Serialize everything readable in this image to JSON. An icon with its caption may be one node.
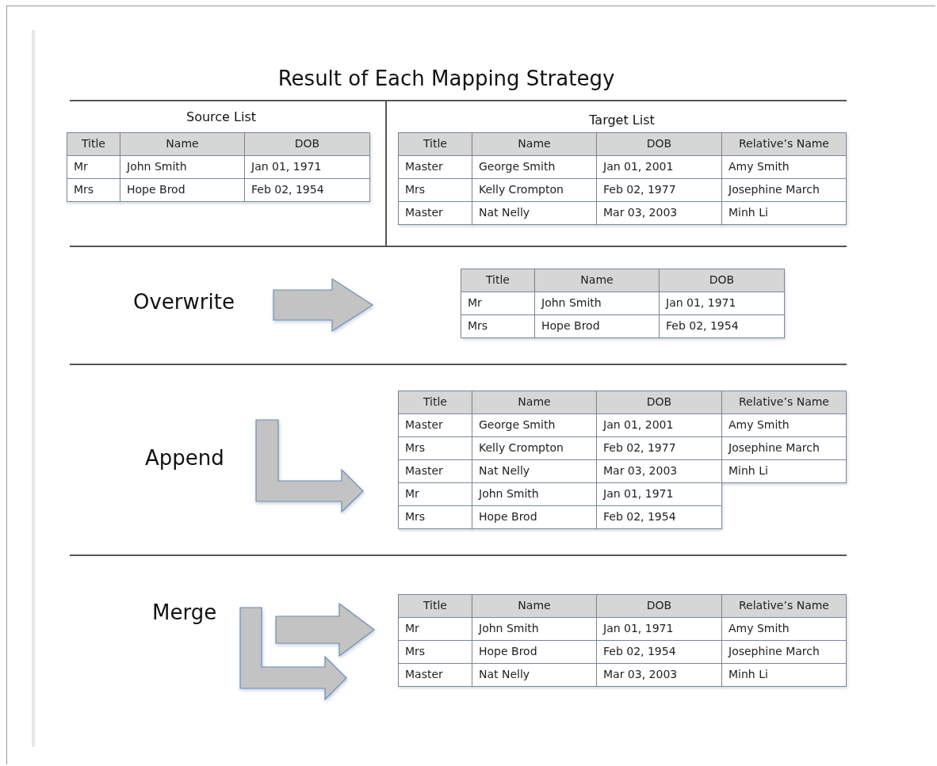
{
  "diagram": {
    "title": "Result of Each Mapping Strategy",
    "nodes": [
      {
        "text": [
          "Title",
          "Name",
          "DOB",
          "Mr",
          "John Smith",
          "Jan 01, 1971",
          "Mrs",
          "Hope Brod",
          "Feb 02, 1954"
        ],
        "beside": [
          "Source List"
        ]
      },
      {
        "text": [
          "Title",
          "Name",
          "DOB",
          "Relative’s Name",
          "Master",
          "George Smith",
          "Jan 01, 2001",
          "Amy Smith",
          "Mrs",
          "Kelly Crompton",
          "Feb 02, 1977",
          "Josephine March",
          "Master",
          "Nat Nelly",
          "Mar 03, 2003",
          "Minh Li"
        ],
        "beside": [
          "Target List"
        ]
      },
      {
        "text": [
          "Title",
          "Name",
          "DOB",
          "Mr",
          "John Smith",
          "Jan 01, 1971",
          "Mrs",
          "Hope Brod",
          "Feb 02, 1954"
        ]
      },
      {
        "text": [
          "Title",
          "Name",
          "DOB",
          "Relative’s Name",
          "Master",
          "George Smith",
          "Jan 01, 2001",
          "Amy Smith",
          "Mrs",
          "Kelly Crompton",
          "Feb 02, 1977",
          "Josephine March",
          "Master",
          "Nat Nelly",
          "Mar 03, 2003",
          "Minh Li",
          "Mr",
          "John Smith",
          "Jan 01, 1971",
          "Mrs",
          "Hope Brod",
          "Feb 02, 1954"
        ]
      },
      {
        "text": [
          "Title",
          "Name",
          "DOB",
          "Relative’s Name",
          "Mr",
          "John Smith",
          "Jan 01, 1971",
          "Amy Smith",
          "Mrs",
          "Hope Brod",
          "Feb 02, 1954",
          "Josephine March",
          "Master",
          "Nat Nelly",
          "Mar 03, 2003",
          "Minh Li"
        ]
      }
    ],
    "labels": [
      "Overwrite",
      "Append",
      "Merge"
    ]
  }
}
